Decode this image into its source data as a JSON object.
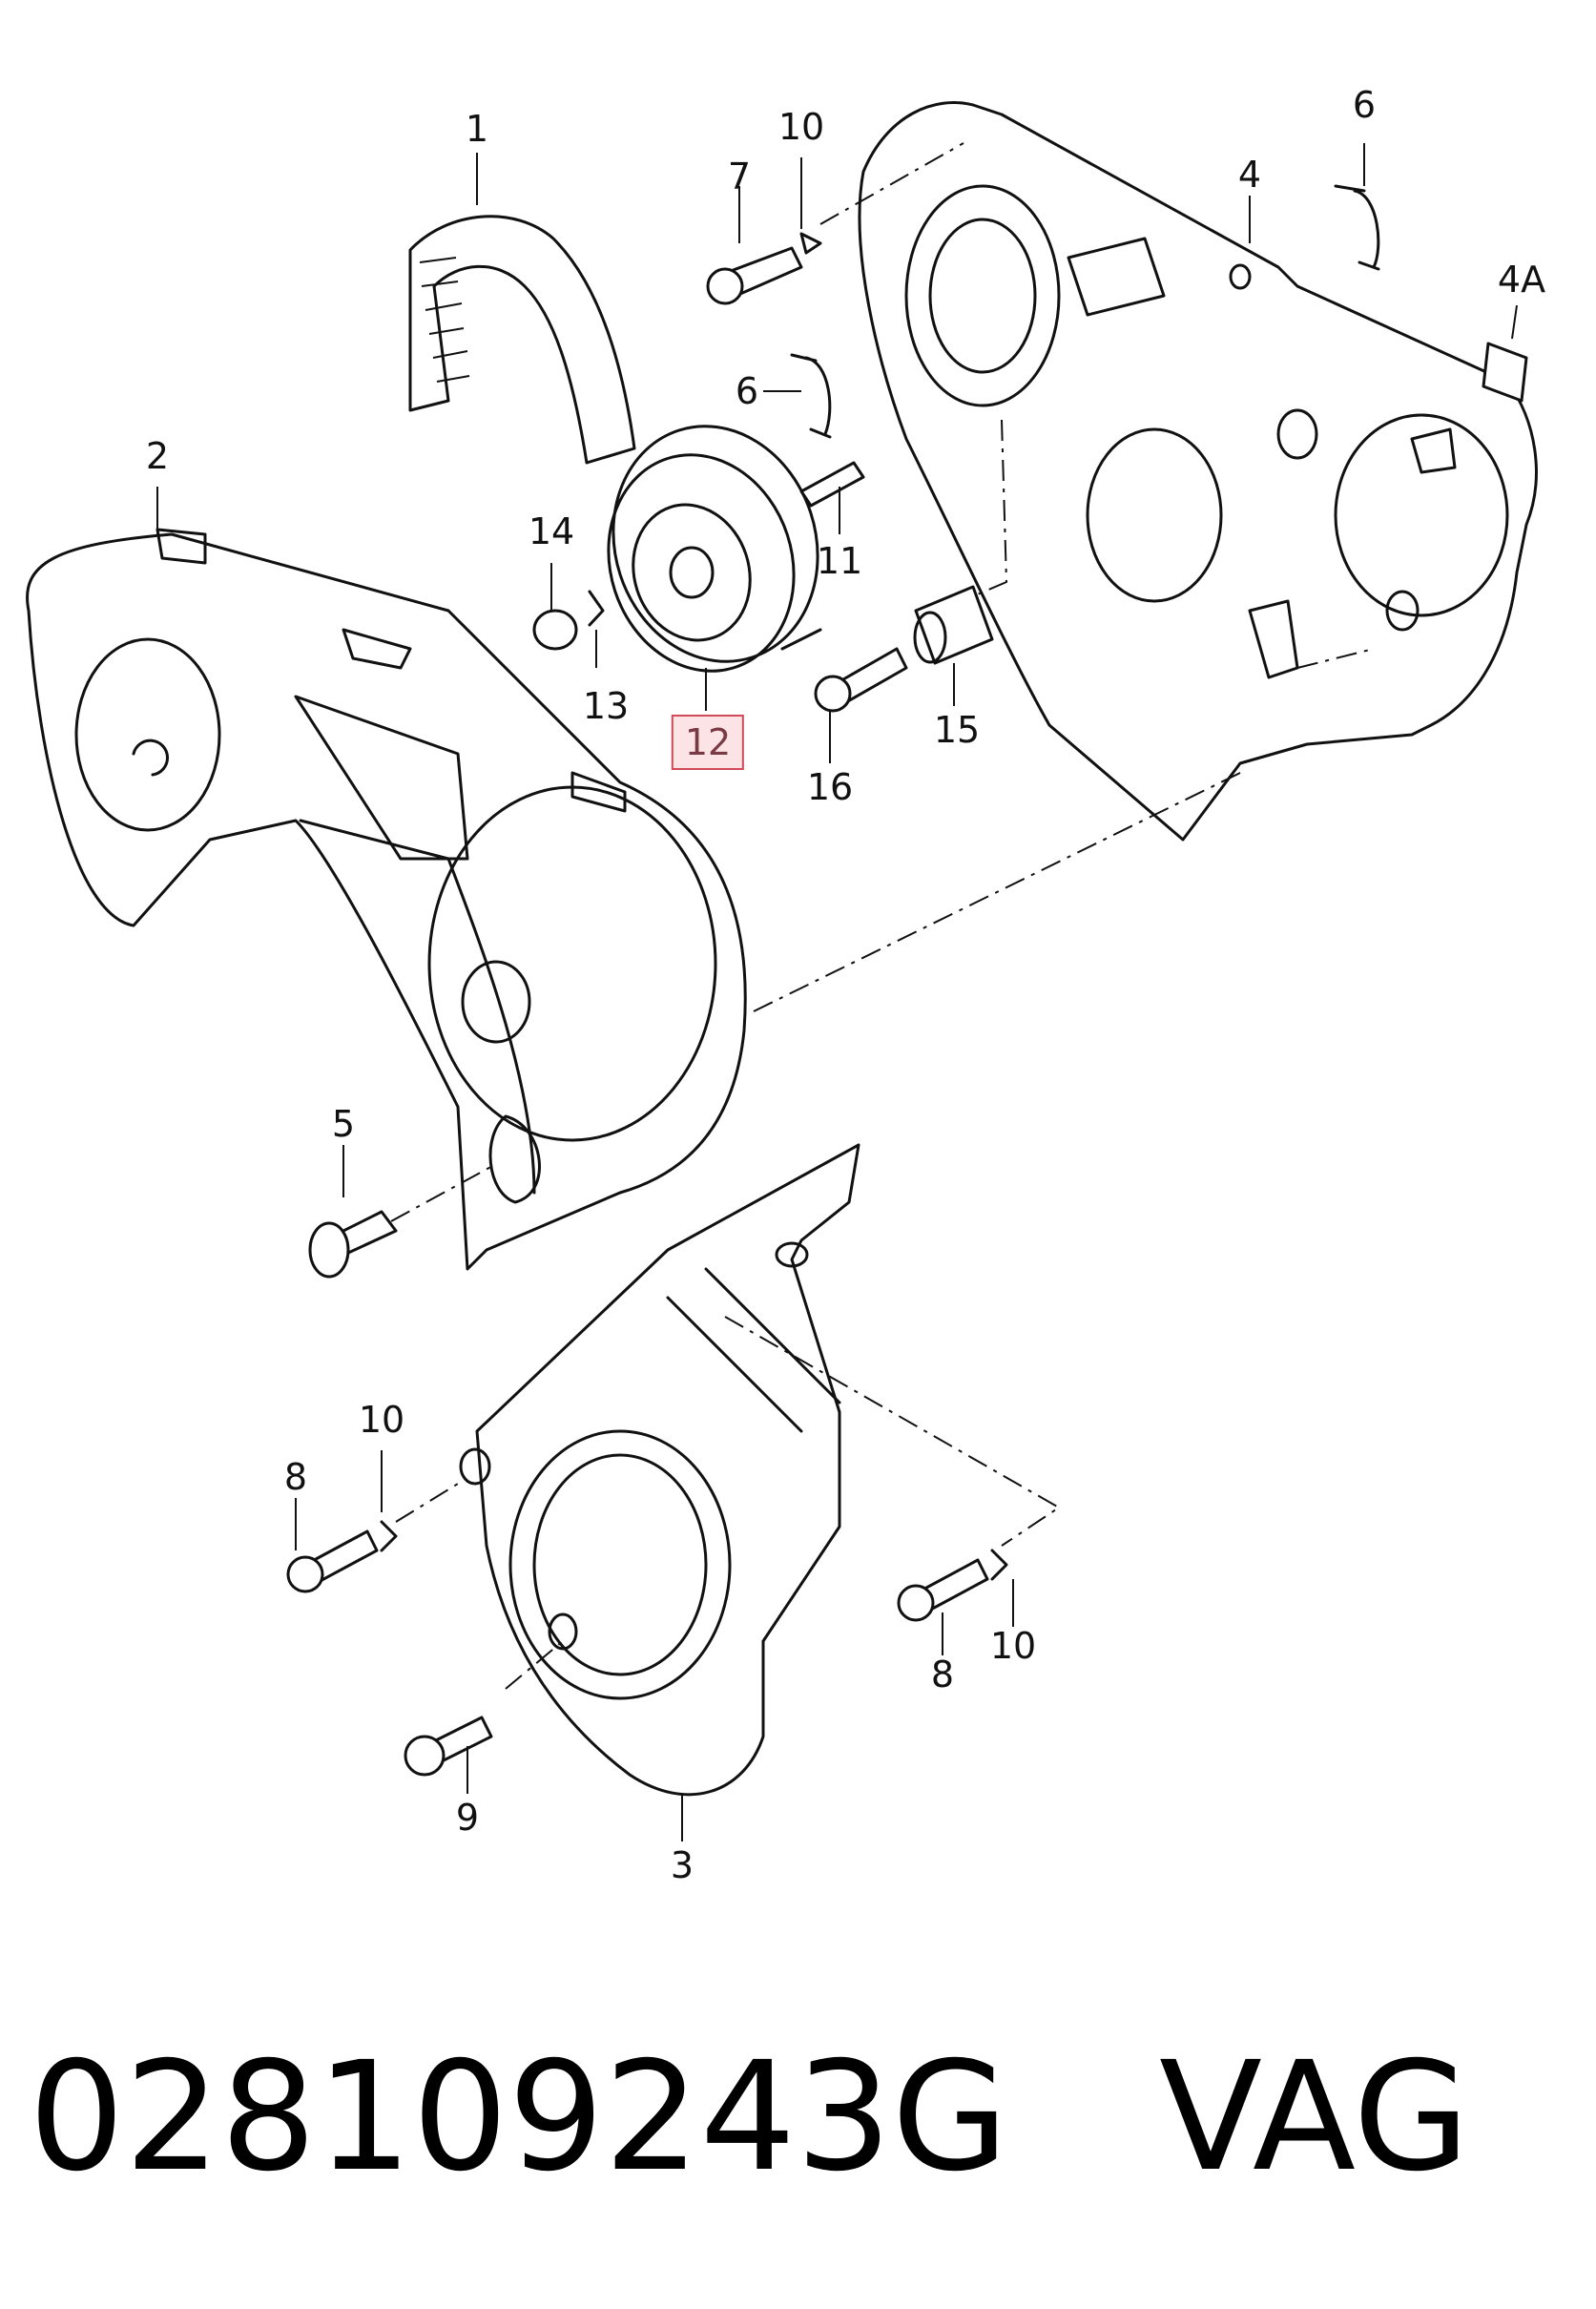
{
  "diagram": {
    "part_numbers": [
      {
        "key": "p1",
        "text": "1"
      },
      {
        "key": "p2",
        "text": "2"
      },
      {
        "key": "p3",
        "text": "3"
      },
      {
        "key": "p4",
        "text": "4"
      },
      {
        "key": "p4a",
        "text": "4A"
      },
      {
        "key": "p5",
        "text": "5"
      },
      {
        "key": "p6a",
        "text": "6"
      },
      {
        "key": "p6b",
        "text": "6"
      },
      {
        "key": "p7",
        "text": "7"
      },
      {
        "key": "p8a",
        "text": "8"
      },
      {
        "key": "p8b",
        "text": "8"
      },
      {
        "key": "p9",
        "text": "9"
      },
      {
        "key": "p10a",
        "text": "10"
      },
      {
        "key": "p10b",
        "text": "10"
      },
      {
        "key": "p10c",
        "text": "10"
      },
      {
        "key": "p11",
        "text": "11"
      },
      {
        "key": "p12",
        "text": "12"
      },
      {
        "key": "p13",
        "text": "13"
      },
      {
        "key": "p14",
        "text": "14"
      },
      {
        "key": "p15",
        "text": "15"
      },
      {
        "key": "p16",
        "text": "16"
      }
    ],
    "highlighted_part": "12",
    "highlight_color": "#d04a5a"
  },
  "footer": {
    "part_code": "028109243G",
    "brand": "VAG"
  }
}
